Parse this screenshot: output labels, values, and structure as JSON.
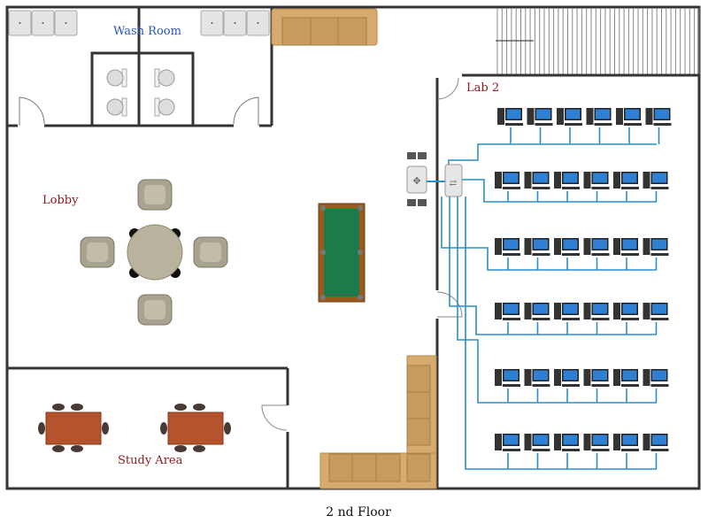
{
  "title": "2 nd Floor",
  "rooms": {
    "wash_room": "Wash Room",
    "lobby": "Lobby",
    "lab": "Lab 2",
    "study": "Study Area"
  },
  "colors": {
    "wash_label": "#2a55b8",
    "room_label": "#8b1a1f",
    "network_cable": "#2a8fc8",
    "wall": "#333333",
    "sofa": "#d7aa6e",
    "pool_felt": "#1e7a4a",
    "study_table": "#b5532d"
  },
  "lab": {
    "rows": 6,
    "computers_per_row": 6
  }
}
